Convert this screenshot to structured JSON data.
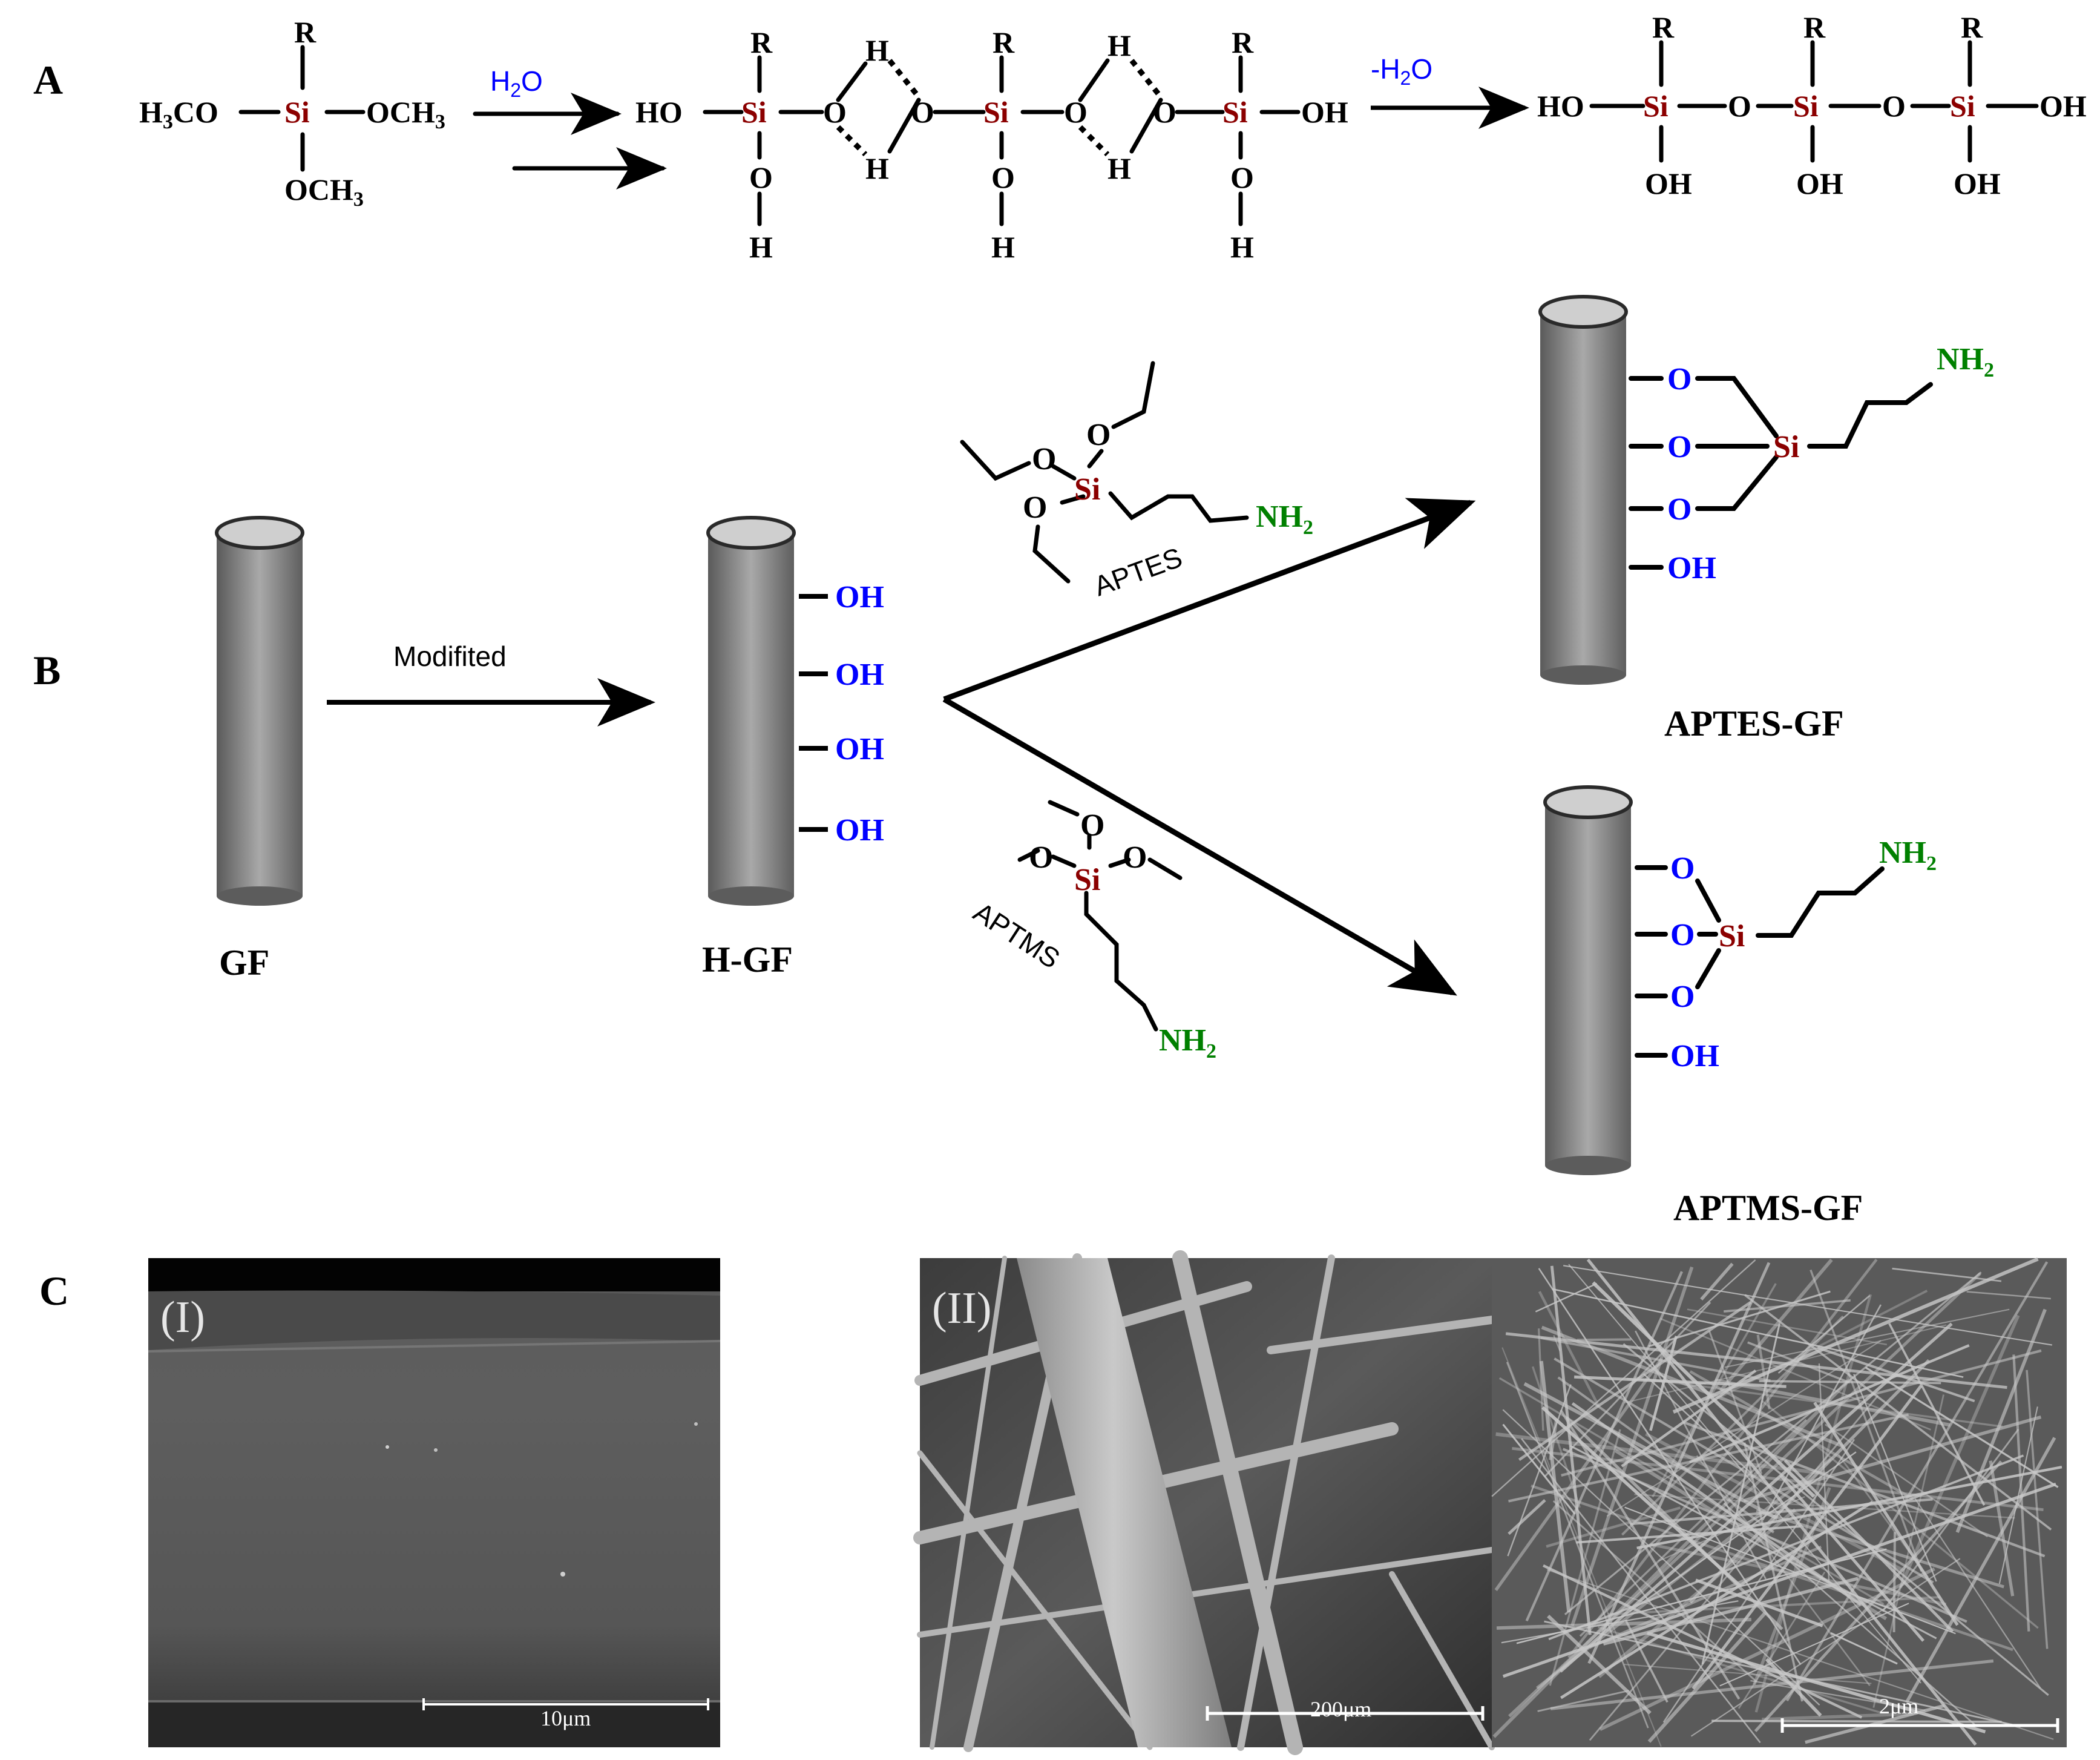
{
  "panel_labels": {
    "a": "A",
    "b": "B",
    "c": "C"
  },
  "colors": {
    "black": "#000000",
    "si": "#8b0000",
    "oxygen": "#0000ff",
    "amine": "#008000",
    "fiber": "#808080"
  },
  "reaction_a": {
    "reactant": {
      "r": "R",
      "left": "H",
      "left_sub": "3",
      "left_tail": "CO",
      "si": "Si",
      "right": "OCH",
      "right_sub": "3",
      "bottom": "OCH",
      "bottom_sub": "3"
    },
    "step1_label": {
      "h": "H",
      "sub": "2",
      "o": "O"
    },
    "step2_label": {
      "minus": "-H",
      "sub": "2",
      "o": "O"
    },
    "intermediate": {
      "ho": "HO",
      "si": "Si",
      "o": "O",
      "h": "H",
      "oh": "OH",
      "r": "R"
    },
    "product": {
      "ho": "HO",
      "si": "Si",
      "o": "O",
      "oh": "OH",
      "r": "R"
    }
  },
  "scheme_b": {
    "gf_label": "GF",
    "hgf_label": "H-GF",
    "modified_label": "Modifited",
    "hgf_groups": [
      "OH",
      "OH",
      "OH",
      "OH"
    ],
    "aptes": {
      "name": "APTES",
      "si": "Si",
      "o": "O",
      "nh": "NH",
      "sub": "2",
      "product_label": "APTES-GF",
      "product_groups": [
        "O",
        "O",
        "O",
        "OH"
      ]
    },
    "aptms": {
      "name": "APTMS",
      "si": "Si",
      "o": "O",
      "nh": "NH",
      "sub": "2",
      "product_label": "APTMS-GF",
      "product_groups": [
        "O",
        "O",
        "O",
        "OH"
      ]
    }
  },
  "sem_c": {
    "panel_i": {
      "label": "(I)",
      "scale": "10μm"
    },
    "panel_ii": {
      "label": "(II)",
      "scale_left": "200μm",
      "scale_right": "2μm"
    }
  }
}
